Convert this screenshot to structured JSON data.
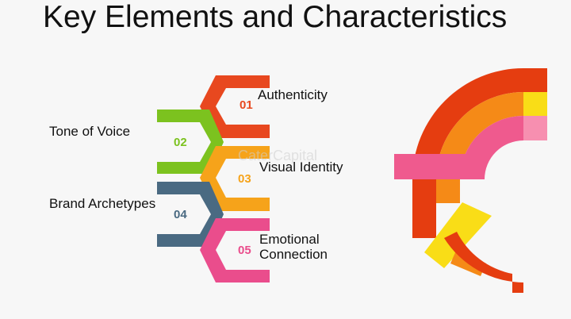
{
  "title": "Key Elements and Characteristics",
  "watermark": "CaterCapital",
  "items": [
    {
      "num": "01",
      "label": "Authenticity",
      "color": "#e8481f"
    },
    {
      "num": "02",
      "label": "Tone of Voice",
      "color": "#7cc21f"
    },
    {
      "num": "03",
      "label": "Visual Identity",
      "color": "#f6a31a"
    },
    {
      "num": "04",
      "label": "Brand Archetypes",
      "color": "#4a6a82"
    },
    {
      "num": "05",
      "label": "Emotional Connection",
      "color": "#ea4d8c"
    }
  ],
  "logo_colors": [
    "#e53d10",
    "#f58a17",
    "#f9b21d",
    "#f9dd17",
    "#ef5a8e"
  ]
}
